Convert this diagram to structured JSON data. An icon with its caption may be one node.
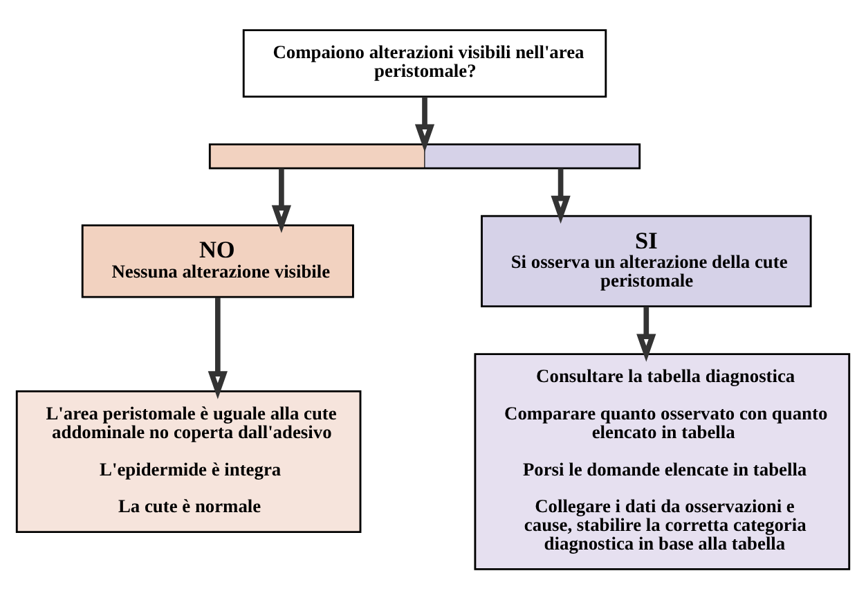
{
  "diagram": {
    "nodes": [
      {
        "text": [
          "Compaiono alterazioni visibili nell'area peristomale?"
        ]
      },
      {
        "text": [],
        "shape": "bar"
      },
      {
        "text": [
          "NO",
          "Nessuna alterazione visibile"
        ]
      },
      {
        "text": [
          "SI",
          "Si osserva un alterazione della cute peristomale"
        ]
      },
      {
        "text": [
          "L'area peristomale è uguale alla cute addominale no coperta dall'adesivo",
          "L'epidermide è integra",
          "La cute è normale"
        ]
      },
      {
        "text": [
          "Consultare la tabella diagnostica",
          "Comparare quanto osservato con quanto elencato in tabella",
          "Porsi le domande elencate in tabella",
          "Collegare i dati da osservazioni e cause, stabilire la corretta categoria diagnostica in base alla tabella"
        ]
      }
    ],
    "edges": [
      {
        "from": 0,
        "to": 1,
        "arrow": "to"
      },
      {
        "from": 1,
        "to": 2,
        "arrow": "to"
      },
      {
        "from": 1,
        "to": 3,
        "arrow": "to"
      },
      {
        "from": 2,
        "to": 4,
        "arrow": "to"
      },
      {
        "from": 3,
        "to": 5,
        "arrow": "to"
      }
    ]
  }
}
